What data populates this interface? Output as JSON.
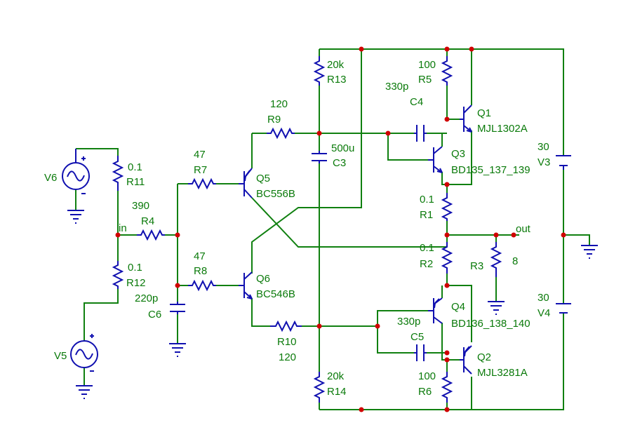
{
  "colors": {
    "wire": "#108010",
    "component": "#1010b0",
    "junction": "#d00000",
    "label": "#0a7a0a",
    "background": "#ffffff"
  },
  "labels": {
    "r13_val": "20k",
    "r13": "R13",
    "r5_val": "100",
    "r5": "R5",
    "c4_val": "330p",
    "c4": "C4",
    "q1": "Q1",
    "q1_model": "MJL1302A",
    "r9_val": "120",
    "r9": "R9",
    "c3_val": "500u",
    "c3": "C3",
    "q3": "Q3",
    "q3_model": "BD135_137_139",
    "v3_val": "30",
    "v3": "V3",
    "v6": "V6",
    "r11_val": "0.1",
    "r11": "R11",
    "r7_val": "47",
    "r7": "R7",
    "q5": "Q5",
    "q5_model": "BC556B",
    "r1_val": "0.1",
    "r1": "R1",
    "r4_val": "390",
    "r4": "R4",
    "in": "in",
    "out": "out",
    "r2_val": "0.1",
    "r2": "R2",
    "r8_val": "47",
    "r8": "R8",
    "q6": "Q6",
    "q6_model": "BC546B",
    "r3": "R3",
    "r3_val": "8",
    "r12_val": "0.1",
    "r12": "R12",
    "c6_val": "220p",
    "c6": "C6",
    "v4_val": "30",
    "v4": "V4",
    "q4": "Q4",
    "q4_model": "BD136_138_140",
    "c5_val": "330p",
    "c5": "C5",
    "r10": "R10",
    "r10_val": "120",
    "q2": "Q2",
    "q2_model": "MJL3281A",
    "v5": "V5",
    "r14_val": "20k",
    "r14": "R14",
    "r6_val": "100",
    "r6": "R6"
  }
}
